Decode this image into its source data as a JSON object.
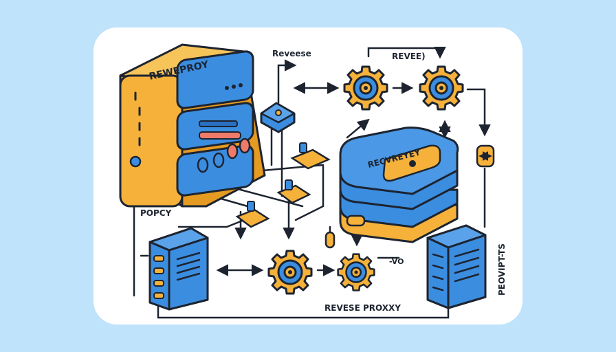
{
  "labels": {
    "main_server": "REWEPROY",
    "top_reverse": "Reveese",
    "top_right": "REVEE)",
    "middle_device": "RECVREYEY",
    "left_side": "POPCY",
    "right_side": "PEOVIPT-TS",
    "bottom_small": "-VO",
    "bottom_caption": "REVESE PROXXY"
  },
  "colors": {
    "background": "#bfe3fa",
    "card": "#ffffff",
    "outline": "#1d2430",
    "blue": "#3b8de0",
    "blue_dark": "#2a6fc2",
    "orange": "#f5b13a",
    "orange_dark": "#e59a22",
    "red": "#f07a6a"
  },
  "icons": [
    "server-rack-icon",
    "gear-icon",
    "arrow-icon",
    "router-icon",
    "switch-icon"
  ]
}
